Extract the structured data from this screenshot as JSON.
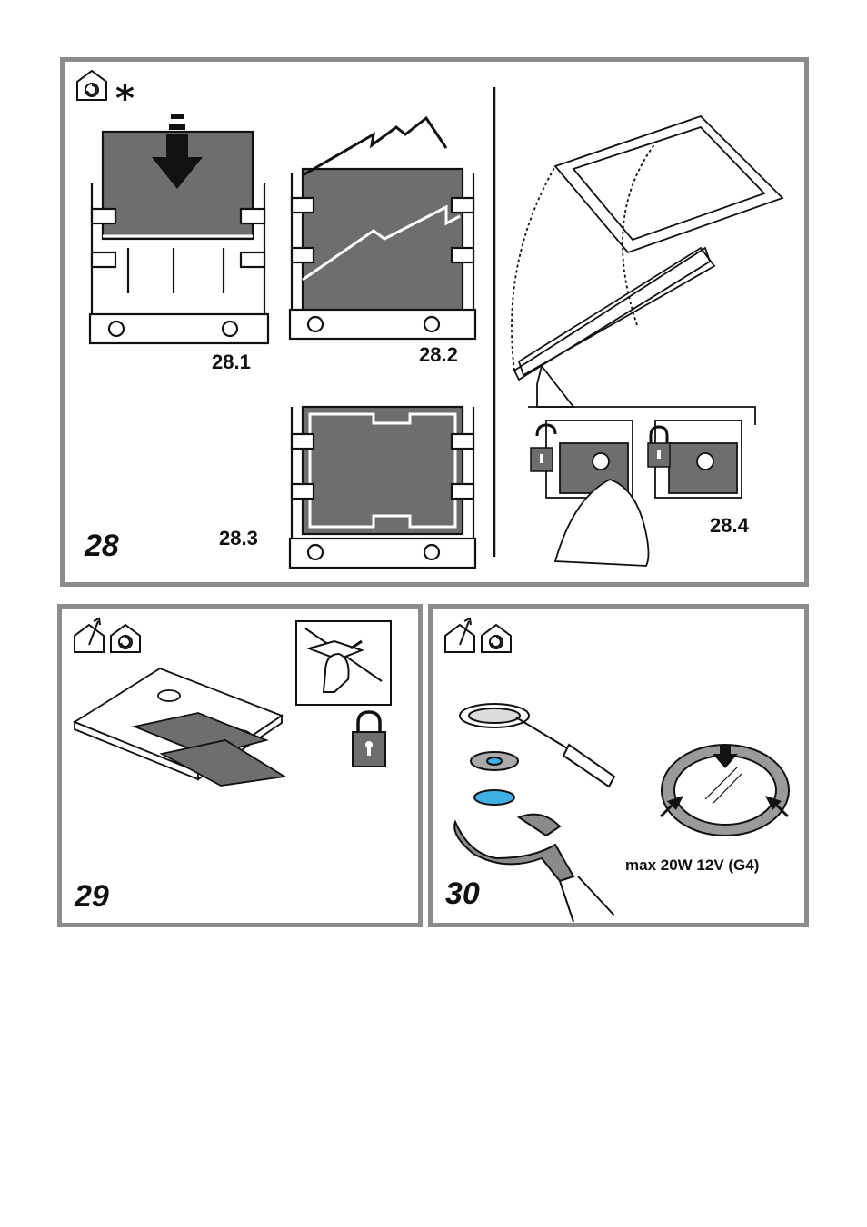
{
  "figures": {
    "fig28": {
      "number": "28",
      "star": "*",
      "steps": [
        "28.1",
        "28.2",
        "28.3",
        "28.4"
      ],
      "icons": [
        "recirculation-house-icon"
      ]
    },
    "fig29": {
      "number": "29",
      "icons": [
        "ducted-house-icon",
        "recirculation-house-icon",
        "padlock-closed-icon"
      ]
    },
    "fig30": {
      "number": "30",
      "lamp_spec": "max 20W 12V (G4)",
      "icons": [
        "ducted-house-icon",
        "recirculation-house-icon"
      ]
    }
  },
  "colors": {
    "frame": "#8c8c8c",
    "filter_fill": "#6e6e6e",
    "lens_blue": "#3fb0e6"
  }
}
